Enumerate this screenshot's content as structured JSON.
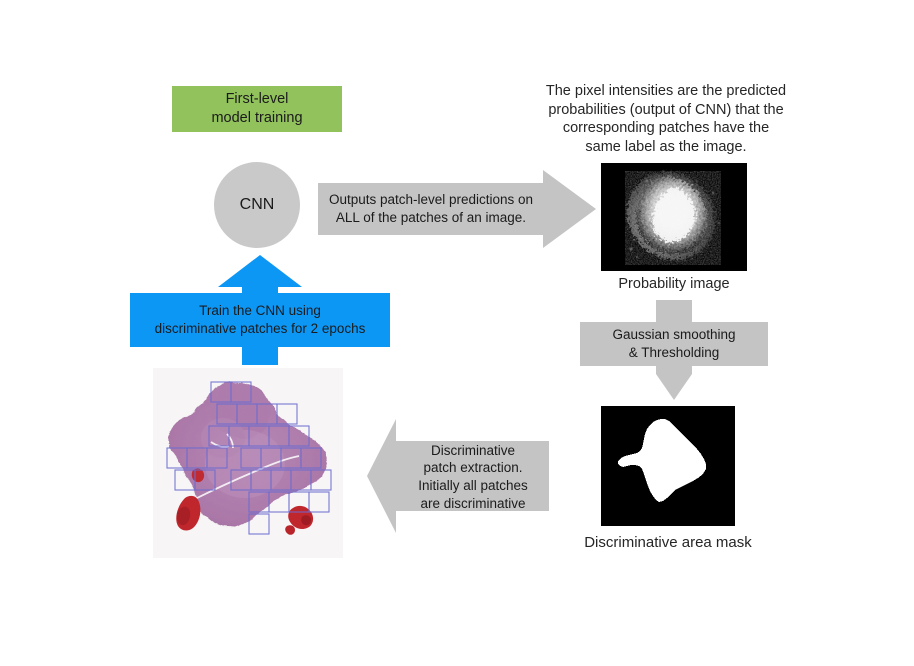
{
  "diagram": {
    "title_box": {
      "label": "First-level\nmodel training",
      "color": "#92c25c"
    },
    "cnn_node": {
      "label": "CNN",
      "color": "#c9c9c9"
    },
    "arrows": {
      "outputs_predictions": {
        "label": "Outputs patch-level predictions on\nALL of the patches of an image.",
        "direction": "right",
        "color": "#c4c4c4"
      },
      "train_cnn": {
        "label": "Train the CNN using\ndiscriminative patches for 2 epochs",
        "direction": "up",
        "color": "#0d97f5"
      },
      "gaussian": {
        "label": "Gaussian smoothing\n& Thresholding",
        "direction": "down",
        "color": "#c4c4c4"
      },
      "patch_extraction": {
        "label": "Discriminative\npatch extraction.\nInitially all patches\nare discriminative",
        "direction": "left",
        "color": "#c4c4c4"
      }
    },
    "notes": {
      "pixel_intensities": "The pixel intensities are the predicted\nprobabilities (output of CNN) that the\ncorresponding patches have the\nsame label as the image."
    },
    "images": {
      "probability_image": {
        "caption": "Probability image",
        "background": "#000000"
      },
      "discriminative_mask": {
        "caption": "Discriminative area mask",
        "background": "#000000"
      },
      "histology_slide": {
        "caption": ""
      }
    }
  }
}
